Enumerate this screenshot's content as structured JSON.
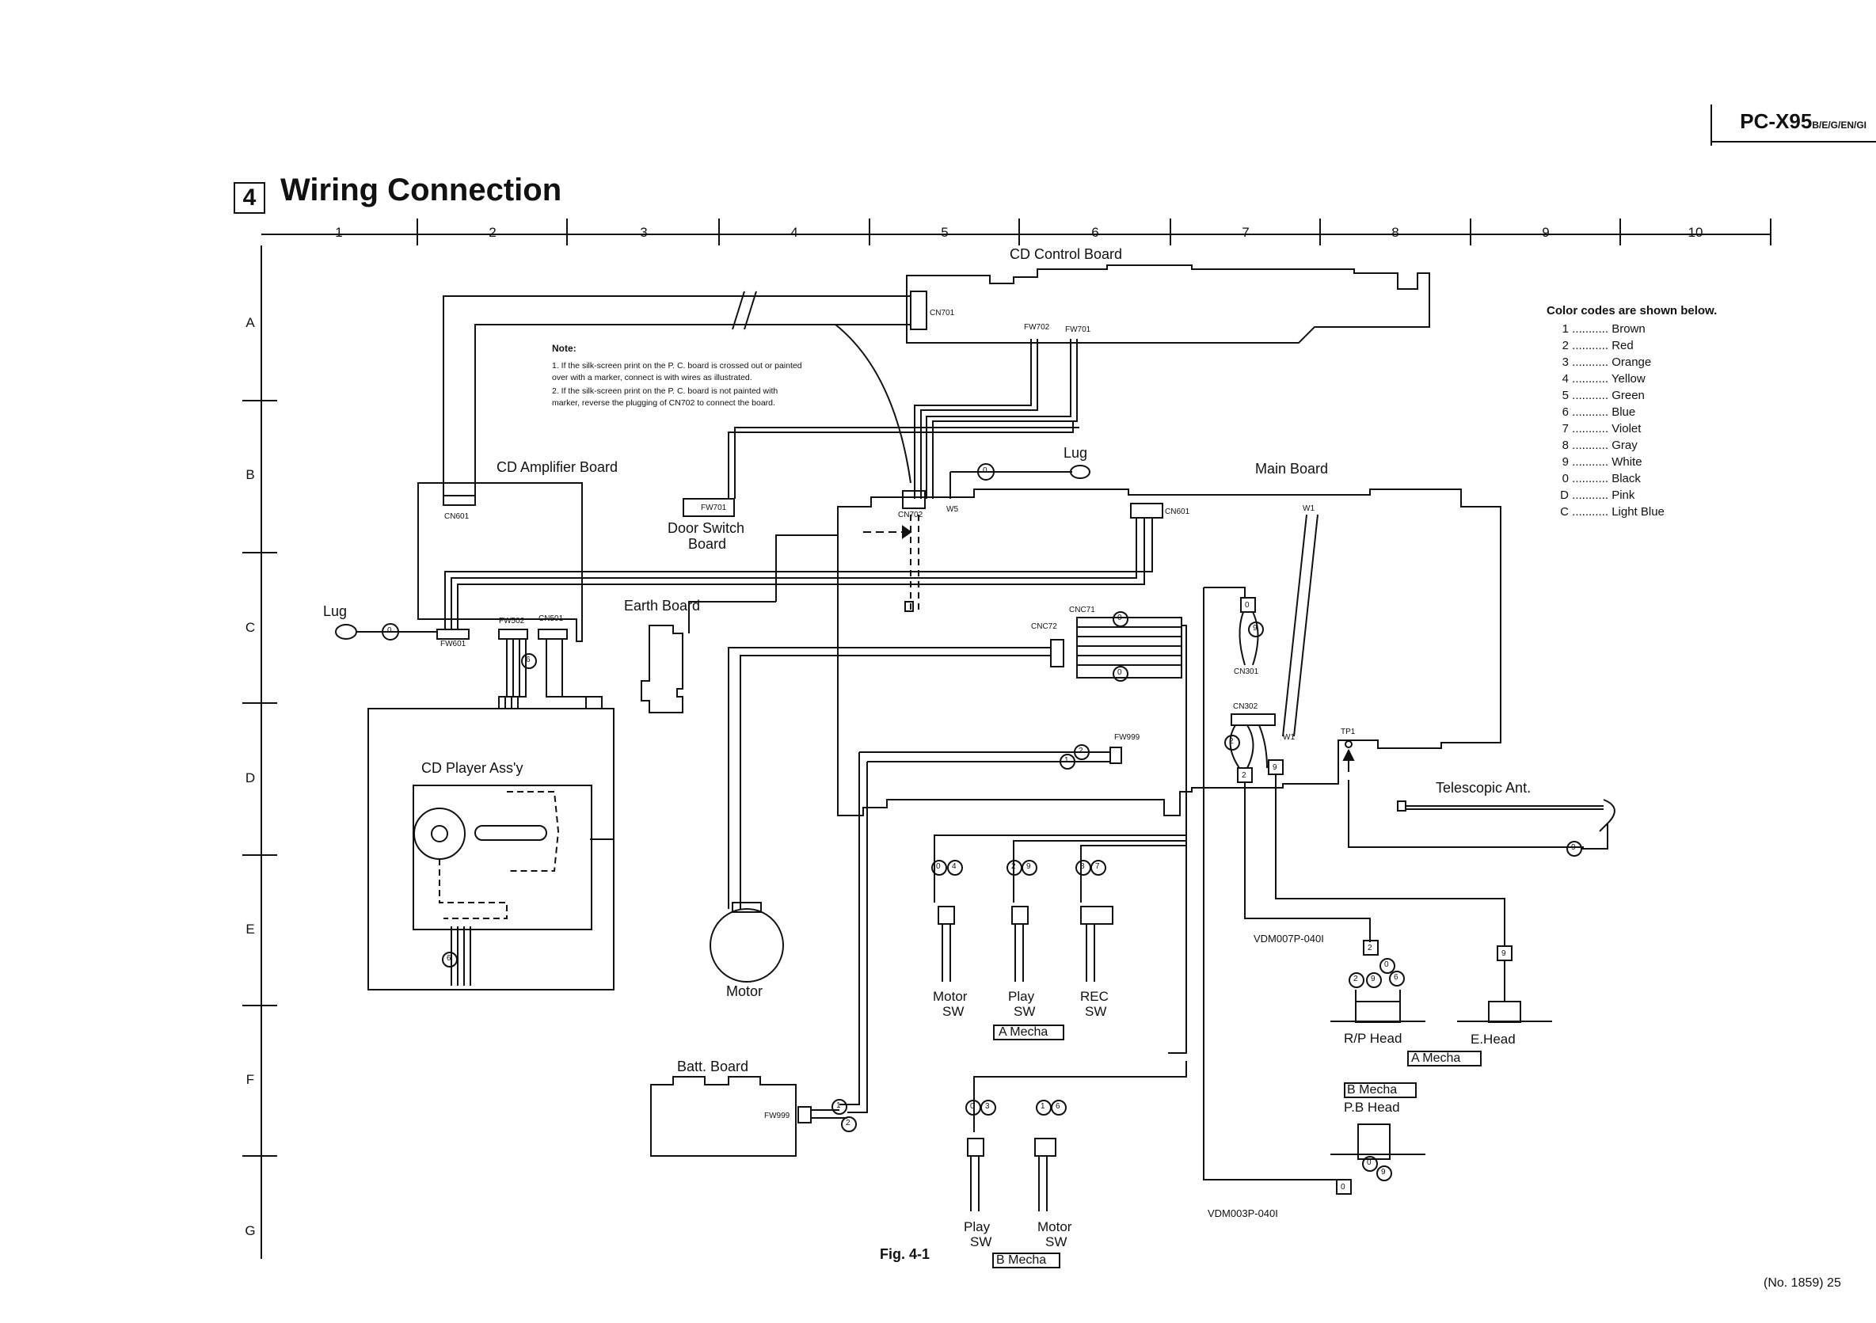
{
  "header": {
    "model": "PC-X95",
    "model_suffix": "B/E/G/EN/GI"
  },
  "section": {
    "number": "4",
    "title": "Wiring Connection"
  },
  "ruler": {
    "columns": [
      "1",
      "2",
      "3",
      "4",
      "5",
      "6",
      "7",
      "8",
      "9",
      "10"
    ],
    "rows": [
      "A",
      "B",
      "C",
      "D",
      "E",
      "F",
      "G"
    ]
  },
  "note": {
    "title": "Note:",
    "lines": [
      "1.  If the silk-screen print on the P. C. board is crossed out or painted",
      "     over with a marker, connect is with wires as illustrated.",
      "2.  If the silk-screen print on the P. C. board is not painted with",
      "     marker, reverse the plugging of CN702 to connect the board."
    ]
  },
  "boards": {
    "cd_control": "CD Control Board",
    "cd_amplifier": "CD Amplifier Board",
    "door_switch_1": "Door Switch",
    "door_switch_2": "Board",
    "main": "Main Board",
    "earth": "Earth Board",
    "cd_player": "CD Player Ass'y",
    "batt": "Batt. Board",
    "motor": "Motor",
    "telescopic": "Telescopic Ant.",
    "lug_left": "Lug",
    "lug_top": "Lug"
  },
  "connectors": {
    "cn701": "CN701",
    "fw702": "FW702",
    "fw701": "FW701",
    "cn601_amp": "CN601",
    "fw701_door": "FW701",
    "cn702": "CN702",
    "w5": "W5",
    "cn601_main": "CN601",
    "w1_top": "W1",
    "w1_bottom": "W1",
    "fw601": "FW601",
    "fw502": "FW502",
    "cn501": "CN501",
    "cnc71": "CNC71",
    "cnc72": "CNC72",
    "cn301": "CN301",
    "cn302": "CN302",
    "fw999_main": "FW999",
    "fw999_batt": "FW999",
    "tp1": "TP1",
    "vdm007": "VDM007P-040I",
    "vdm003": "VDM003P-040I"
  },
  "switches": {
    "a_motor_1": "Motor",
    "a_motor_2": "SW",
    "a_play_1": "Play",
    "a_play_2": "SW",
    "a_rec_1": "REC",
    "a_rec_2": "SW",
    "a_mecha": "A  Mecha",
    "b_play_1": "Play",
    "b_play_2": "SW",
    "b_motor_1": "Motor",
    "b_motor_2": "SW",
    "b_mecha": "B  Mecha"
  },
  "heads": {
    "rp": "R/P  Head",
    "e": "E.Head",
    "a_mecha": "A  Mecha",
    "b_mecha": "B  Mecha",
    "pb": "P.B  Head"
  },
  "wire_codes": {
    "c0": "0",
    "c1": "1",
    "c2": "2",
    "c4": "4",
    "c6": "6",
    "c7": "7",
    "c8": "8",
    "c9": "9",
    "c3": "3"
  },
  "color_codes": {
    "title": "Color codes are shown below.",
    "items": [
      {
        "code": "1",
        "dots": "...........",
        "name": "Brown"
      },
      {
        "code": "2",
        "dots": "...........",
        "name": "Red"
      },
      {
        "code": "3",
        "dots": "...........",
        "name": "Orange"
      },
      {
        "code": "4",
        "dots": "...........",
        "name": "Yellow"
      },
      {
        "code": "5",
        "dots": "...........",
        "name": "Green"
      },
      {
        "code": "6",
        "dots": "...........",
        "name": "Blue"
      },
      {
        "code": "7",
        "dots": "...........",
        "name": "Violet"
      },
      {
        "code": "8",
        "dots": "...........",
        "name": "Gray"
      },
      {
        "code": "9",
        "dots": "...........",
        "name": "White"
      },
      {
        "code": "0",
        "dots": "...........",
        "name": "Black"
      },
      {
        "code": "D",
        "dots": "...........",
        "name": "Pink"
      },
      {
        "code": "C",
        "dots": "...........",
        "name": "Light Blue"
      }
    ]
  },
  "figure": {
    "label": "Fig. 4-1"
  },
  "footer": {
    "page": "(No. 1859) 25"
  }
}
